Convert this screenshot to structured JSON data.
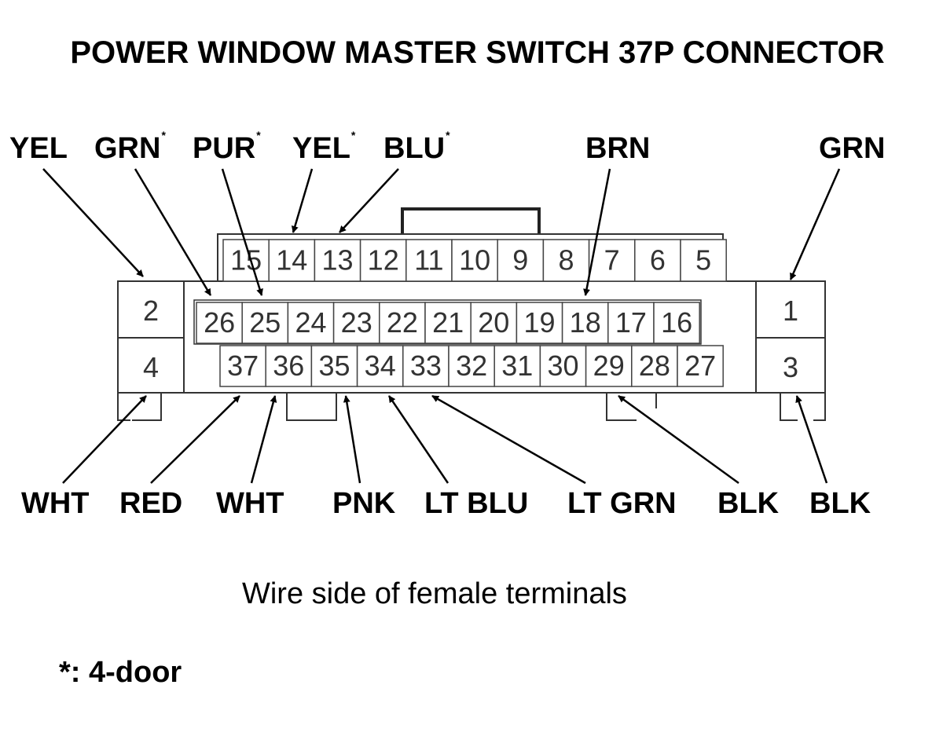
{
  "title": "POWER WINDOW MASTER SWITCH 37P CONNECTOR",
  "top_labels": [
    {
      "id": "yel",
      "text": "YEL",
      "asterisk": ""
    },
    {
      "id": "grn4",
      "text": "GRN",
      "asterisk": "*"
    },
    {
      "id": "pur4",
      "text": "PUR",
      "asterisk": "*"
    },
    {
      "id": "yel4",
      "text": "YEL",
      "asterisk": "*"
    },
    {
      "id": "blu4",
      "text": "BLU",
      "asterisk": "*"
    },
    {
      "id": "brn",
      "text": "BRN",
      "asterisk": ""
    },
    {
      "id": "grn",
      "text": "GRN",
      "asterisk": ""
    }
  ],
  "bottom_labels": [
    {
      "id": "wht1",
      "text": "WHT"
    },
    {
      "id": "red",
      "text": "RED"
    },
    {
      "id": "wht2",
      "text": "WHT"
    },
    {
      "id": "pnk",
      "text": "PNK"
    },
    {
      "id": "ltblu",
      "text": "LT BLU"
    },
    {
      "id": "ltgrn",
      "text": "LT GRN"
    },
    {
      "id": "blk1",
      "text": "BLK"
    },
    {
      "id": "blk2",
      "text": "BLK"
    }
  ],
  "pins": {
    "top_row": [
      "15",
      "14",
      "13",
      "12",
      "11",
      "10",
      "9",
      "8",
      "7",
      "6",
      "5"
    ],
    "middle_row": [
      "26",
      "25",
      "24",
      "23",
      "22",
      "21",
      "20",
      "19",
      "18",
      "17",
      "16"
    ],
    "bottom_row": [
      "37",
      "36",
      "35",
      "34",
      "33",
      "32",
      "31",
      "30",
      "29",
      "28",
      "27"
    ],
    "left_column": [
      "2",
      "4"
    ],
    "right_column": [
      "1",
      "3"
    ]
  },
  "caption": "Wire side of female terminals",
  "note": "*: 4-door"
}
